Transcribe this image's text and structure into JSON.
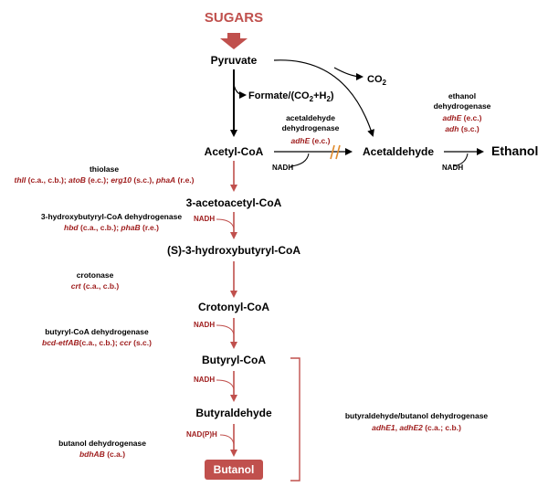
{
  "title": "SUGARS",
  "colors": {
    "red": "#c0504d",
    "dark_red": "#9e1b1b",
    "black": "#000000",
    "orange": "#e08a2c",
    "butanol_fill": "#c0504d"
  },
  "nodes": {
    "pyruvate": "Pyruvate",
    "formate": "Formate/(CO",
    "formate_sub": "2",
    "formate_tail": "+H",
    "formate_sub2": "2",
    "formate_end": ")",
    "co2": "CO",
    "co2_sub": "2",
    "acetyl_coa": "Acetyl-CoA",
    "acetaldehyde": "Acetaldehyde",
    "ethanol": "Ethanol",
    "acetoacetyl_coa": "3-acetoacetyl-CoA",
    "hydroxybutyryl_coa": "(S)-3-hydroxybutyryl-CoA",
    "crotonyl_coa": "Crotonyl-CoA",
    "butyryl_coa": "Butyryl-CoA",
    "butyraldehyde": "Butyraldehyde",
    "butanol": "Butanol"
  },
  "cofactors": {
    "nadh_acetald": "NADH",
    "nadh_ethanol": "NADH",
    "nadh_hbd": "NADH",
    "nadh_bcd": "NADH",
    "nadh_butyrald": "NADH",
    "nadph_butanol": "NAD(P)H"
  },
  "enzymes": {
    "acetaldehyde_dh": {
      "line1": "acetaldehyde",
      "line2": "dehydrogenase",
      "gene": "adhE",
      "org": " (e.c.)"
    },
    "ethanol_dh": {
      "line1": "ethanol",
      "line2": "dehydrogenase",
      "gene1": "adhE",
      "org1": " (e.c.)",
      "gene2": "adh",
      "org2": " (s.c.)"
    },
    "thiolase": {
      "name": "thiolase",
      "genes": [
        {
          "gene": "thlI",
          "org": " (c.a., c.b.); "
        },
        {
          "gene": "atoB",
          "org": " (e.c.); "
        },
        {
          "gene": "erg10",
          "org": " (s.c.), "
        },
        {
          "gene": "phaA",
          "org": " (r.e.)"
        }
      ]
    },
    "hbd": {
      "name": "3-hydroxybutyryl-CoA dehydrogenase",
      "genes": [
        {
          "gene": "hbd",
          "org": " (c.a., c.b.); "
        },
        {
          "gene": "phaB",
          "org": " (r.e.)"
        }
      ]
    },
    "crotonase": {
      "name": "crotonase",
      "gene": "crt",
      "org": " (c.a., c.b.)"
    },
    "bcd": {
      "name": "butyryl-CoA dehydrogenase",
      "genes": [
        {
          "gene": "bcd-etfAB",
          "org": "(c.a., c.b.); "
        },
        {
          "gene": "ccr",
          "org": " (s.c.)"
        }
      ]
    },
    "butanol_dh": {
      "name": "butanol dehydrogenase",
      "gene": "bdhAB",
      "org": " (c.a.)"
    },
    "butyrald_butanol_dh": {
      "name": "butyraldehyde/butanol dehydrogenase",
      "genes": [
        {
          "gene": "adhE1",
          "org": ", "
        },
        {
          "gene": "adhE2",
          "org": " (c.a.; c.b.)"
        }
      ]
    }
  }
}
